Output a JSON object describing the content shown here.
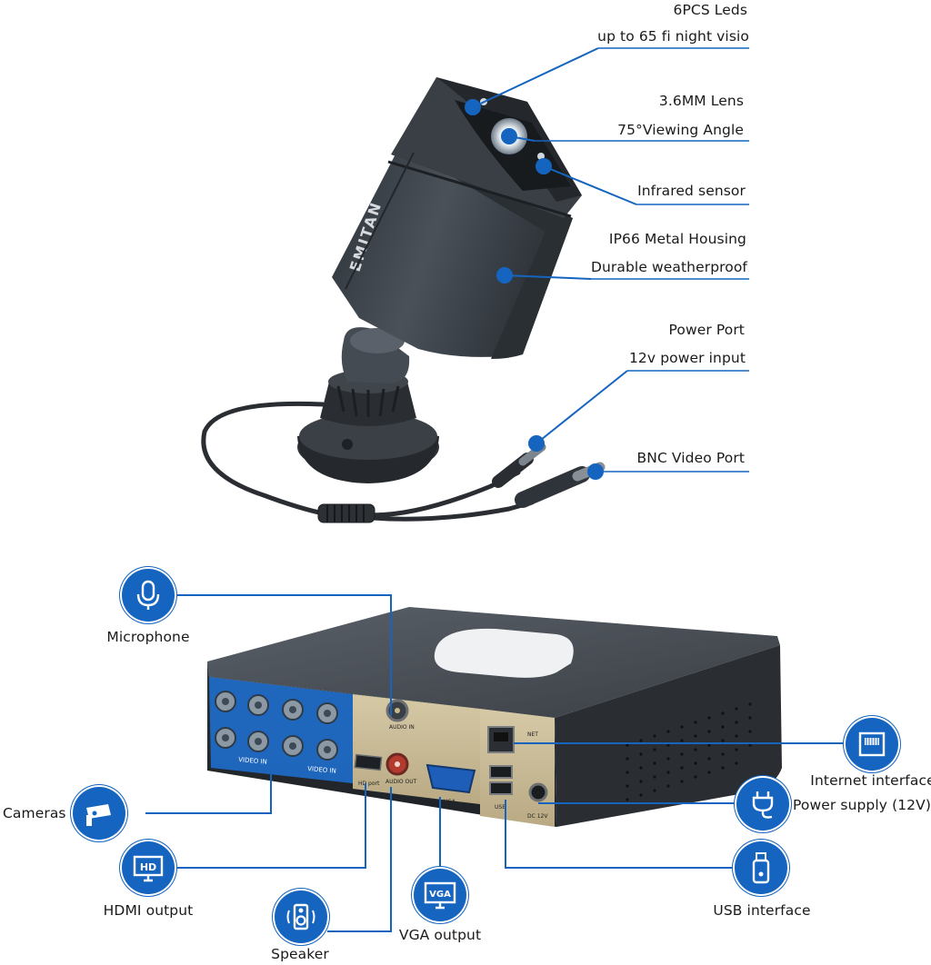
{
  "camera_callouts": [
    {
      "text": "6PCS Leds"
    },
    {
      "text": "up to 65 fi night visio"
    },
    {
      "text": "3.6MM Lens"
    },
    {
      "text": "75°Viewing Angle"
    },
    {
      "text": "Infrared sensor"
    },
    {
      "text": "IP66 Metal Housing"
    },
    {
      "text": "Durable weatherproof"
    },
    {
      "text": "Power Port"
    },
    {
      "text": "12v power input"
    },
    {
      "text": "BNC Video Port"
    }
  ],
  "camera_brand": "EMITAN",
  "dvr_callouts": {
    "microphone": "Microphone",
    "cameras": "Cameras",
    "hdmi": "HDMI output",
    "speaker": "Speaker",
    "vga": "VGA output",
    "internet": "Internet interface",
    "power": "Power supply (12V)",
    "usb": "USB interface"
  },
  "icon_texts": {
    "hd": "HD",
    "vga": "VGA"
  },
  "panel_labels": {
    "video_in_1": "VIDEO IN",
    "video_in_2": "VIDEO IN",
    "audio_in": "AUDIO IN",
    "audio_out": "AUDIO OUT",
    "hd_port": "HD port",
    "vga_port": "VGA",
    "net": "NET",
    "usb_port": "USB",
    "dc": "DC 12V"
  },
  "colors": {
    "accent": "#1565c0",
    "device": "#3c4249",
    "panel": "#c8b890"
  },
  "icons": [
    "microphone-icon",
    "cctv-camera-icon",
    "hd-monitor-icon",
    "speaker-icon",
    "vga-monitor-icon",
    "ethernet-port-icon",
    "power-plug-icon",
    "usb-drive-icon"
  ]
}
